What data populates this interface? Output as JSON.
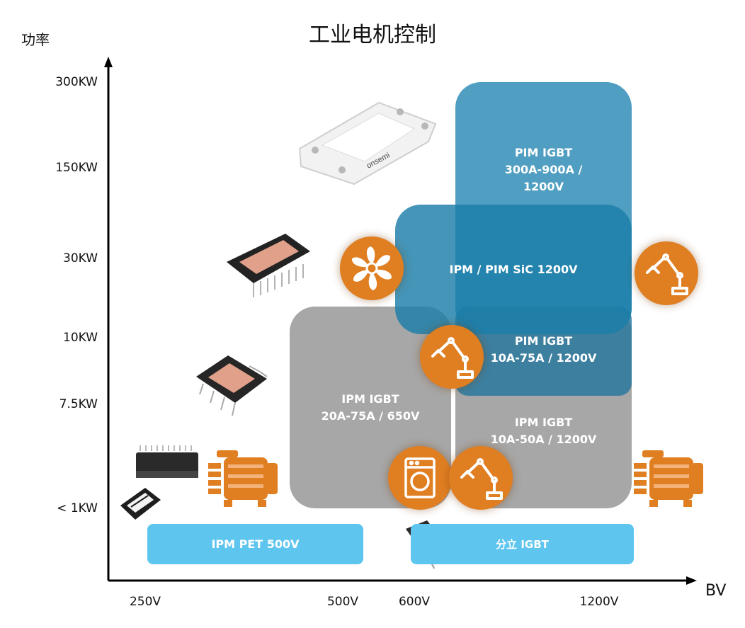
{
  "chart_data": {
    "type": "region-map",
    "title": "工业电机控制",
    "ylabel": "功率",
    "xlabel": "BV",
    "y_ticks": [
      "300KW",
      "150KW",
      "30KW",
      "10KW",
      "7.5KW",
      "< 1KW"
    ],
    "x_ticks": [
      "250V",
      "500V",
      "600V",
      "1200V"
    ],
    "regions": [
      {
        "label": "PIM IGBT\n300A-900A /\n1200V",
        "color": "#2e8bb5"
      },
      {
        "label": "IPM / PIM SiC 1200V",
        "color": "#1b7ea8"
      },
      {
        "label": "IPM IGBT\n20A-75A / 650V",
        "color": "#a9a9a9"
      },
      {
        "label": "IPM IGBT\n10A-50A / 1200V",
        "color": "#a9a9a9"
      },
      {
        "label": "PIM IGBT\n10A-75A / 1200V",
        "color": "#3384a8"
      },
      {
        "label": "IPM PET 500V",
        "color": "#5ec5ef"
      },
      {
        "label": "分立 IGBT",
        "color": "#5ec5ef"
      }
    ]
  },
  "icons": [
    "fan-icon",
    "robot-arm-icon",
    "washing-machine-icon",
    "motor-icon"
  ],
  "device_branding": "onsemi"
}
